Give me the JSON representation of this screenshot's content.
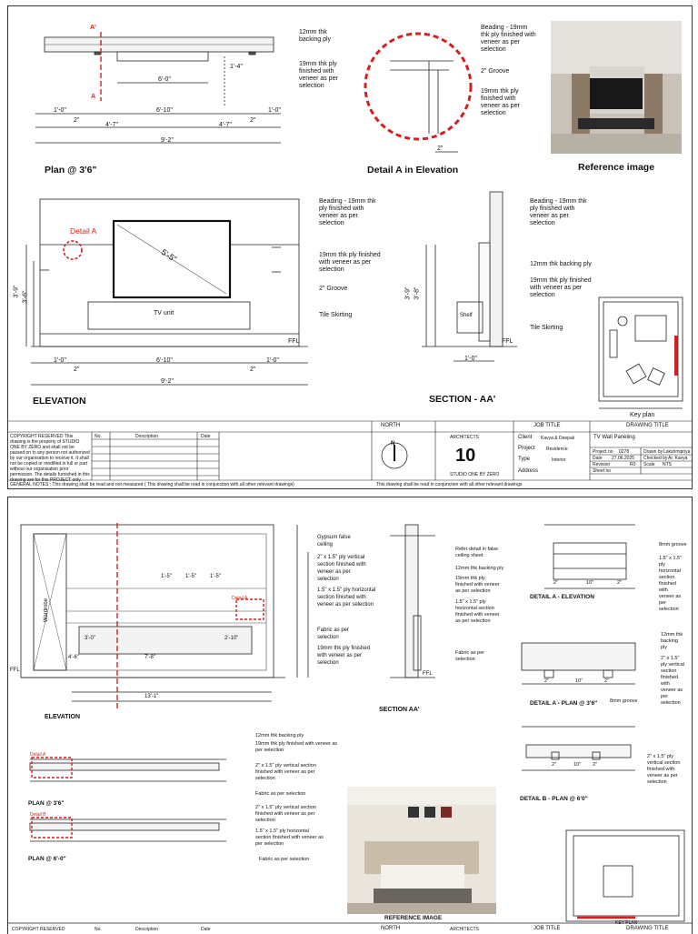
{
  "sheet1": {
    "plan": {
      "title": "Plan @ 3'6\"",
      "label_backing": "12mm thk\nbacking ply",
      "label_ply": "19mm thk ply\nfinished with\nveneer as per\nselection",
      "section_a_top": "A'",
      "section_a_bottom": "A",
      "dim_600": "6'-0\"",
      "dim_14": "1'-4\"",
      "dim_10_left": "1'-0\"",
      "dim_610": "6'-10\"",
      "dim_10_right": "1'-0\"",
      "dim_2a": "2\"",
      "dim_2b": "2\"",
      "dim_47_left": "4'-7\"",
      "dim_47_right": "4'-7\"",
      "dim_92": "9'-2\""
    },
    "detail_a": {
      "title": "Detail A in Elevation",
      "label_beading": "Beading - 19mm\nthk ply finished with\nveneer as per\nselection",
      "label_groove": "2\" Groove",
      "label_ply": "19mm thk ply\nfinished with\nveneer as per\nselection",
      "dim_2": "2\""
    },
    "reference": {
      "title": "Reference image"
    },
    "elevation": {
      "title": "ELEVATION",
      "detail_marker": "Detail A",
      "tv_diag": "5'-5\"",
      "tv_unit": "TV unit",
      "label_beading": "Beading - 19mm thk\nply finished with\nveneer as per\nselection",
      "label_ply": "19mm thk ply finished\nwith veneer as per\nselection",
      "label_groove": "2\" Groove",
      "label_skirting": "Tile Skirting",
      "ffl": "FFL",
      "dim_39": "3'-9\"",
      "dim_36": "3'-6\"",
      "dim_10_left": "1'-0\"",
      "dim_610": "6'-10\"",
      "dim_10_right": "1'-0\"",
      "dim_2a": "2\"",
      "dim_2b": "2\"",
      "dim_92": "9'-2\""
    },
    "section_aa": {
      "title": "SECTION - AA'",
      "label_beading": "Beading - 19mm thk\nply finished with\nveneer as per\nselection",
      "label_backing": "12mm thk backing ply",
      "label_ply": "19mm thk ply finished\nwith veneer as per\nselection",
      "label_skirting": "Tile Skirting",
      "shelf": "Shelf",
      "ffl": "FFL",
      "dim_39": "3'-9\"",
      "dim_38": "3'-8\"",
      "dim_10": "1'-0\""
    },
    "key_plan": {
      "title": "Key plan"
    },
    "title_block": {
      "copyright": "COPYRIGHT RESERVED\nThis drawing is the property of STUDIO ONE\nBY ZERO and shall not be passed on to\nany person not authorized by our\norganisation to receive it. It shall not be\ncopied or modified in full or part without our\norganisation prior permission. The details\nfurnished in this drawing are for this\nPROJECT only.",
      "col_no": "No.",
      "col_desc": "Description",
      "col_date": "Date",
      "north": "NORTH",
      "north_n": "N",
      "architects": "ARCHITECTS",
      "logo": "10",
      "logo_sub": "STUDIO ONE BY ZERO",
      "job_title": "JOB TITLE",
      "drawing_title": "DRAWING TITLE",
      "client_k": "Client",
      "client_v": "Kavya & Deepak",
      "project_k": "Project",
      "project_v": "Residence",
      "type_k": "Type",
      "type_v": "Interior",
      "address_k": "Address",
      "drawing_name": "TV Wall Paneling",
      "proj_no": "Project no",
      "proj_no_v": "0278",
      "drawn_by": "Drawn by",
      "drawn_by_v": "Lakshmipriya",
      "date_k": "Date",
      "date_v": "27.06.2025",
      "checked_k": "Checked by",
      "checked_v": "Ar. Kavya",
      "revision_k": "Revision",
      "revision_v": "R0",
      "scale_k": "Scale",
      "scale_v": "NTS",
      "sheet_k": "Sheet no",
      "notes_left": "GENERAL NOTES :   This drawing shall be read and not measured ( This drawing shall be read in conjunction with all other relevant drawings)",
      "notes_right": "This drawing shall be read in conjunction with all other relevant drawings"
    }
  },
  "sheet2": {
    "elevation": {
      "title": "ELEVATION",
      "wardrobe": "Wardrobe",
      "detail_a": "Detail A",
      "ffl": "FFL",
      "label_gypsum": "Gypsum false\nceiling",
      "label_vertical": "2\" x 1.5\" ply vertical\nsection finished with\nveneer as per\nselection",
      "label_horizontal": "1.5\" x 1.5\" ply horizontal\nsection finished with\nveneer as per selection",
      "label_fabric": "Fabric as per\nselection",
      "label_ply": "19mm thk ply finished\nwith veneer as per\nselection",
      "dim_30": "3'-0\"",
      "dim_78": "7'-8\"",
      "dim_210": "2'-10\"",
      "dim_46": "4'-6\"",
      "dim_311": "13'-1\"",
      "dim_b1": "1'-5\"",
      "dim_b2": "1'-5\"",
      "dim_b3": "1'-5\""
    },
    "section_aa": {
      "title": "SECTION AA'",
      "label_refer": "Refer detail in false\nceiling sheet",
      "label_backing": "12mm thk backing ply",
      "label_ply": "19mm thk ply\nfinished with veneer\nas per selection",
      "label_horizontal": "1.5\" x 1.5\" ply\nhorizontal section\nfinished with veneer\nas per selection",
      "label_fabric": "Fabric as per\nselection",
      "ffl": "FFL"
    },
    "detail_a_elev": {
      "title": "DETAIL A - ELEVATION",
      "label_groove": "8mm groove",
      "label_horizontal": "1.5\" x 1.5\"\nply\nhorizontal\nsection\nfinished\nwith\nveneer as\nper\nselection",
      "dim_2": "2\"",
      "dim_10": "10\"",
      "dim_2b": "2\""
    },
    "detail_a_plan": {
      "title": "DETAIL A - PLAN @ 3'6\"",
      "label_backing": "12mm thk\nbacking\nply",
      "label_vertical": "2\" x 1.5\"\nply vertical\nsection\nfinished\nwith\nveneer as\nper\nselection",
      "label_groove": "8mm groove",
      "dim_2": "2\"",
      "dim_10": "10\"",
      "dim_2b": "2\""
    },
    "detail_b": {
      "title": "DETAIL B - PLAN @ 6'0\"",
      "label_vertical": "2\" x 1.5\" ply\nvertical section\nfinished with\nveneer as per\nselection",
      "dim_2": "2\"",
      "dim_10": "10\"",
      "dim_2b": "2\""
    },
    "plan_36": {
      "title": "PLAN @ 3'6\"",
      "detail": "Detail A",
      "label_backing": "12mm thk backing ply",
      "label_ply": "19mm thk ply finished with veneer as\nper selection",
      "label_vertical": "2\" x 1.5\" ply vertical section\nfinished with veneer as per\nselection",
      "label_fabric": "Fabric as per selection"
    },
    "plan_60": {
      "title": "PLAN @ 6'-0\"",
      "detail": "Detail B",
      "label_vertical": "2\" x 1.5\" ply vertical section\nfinished with veneer as per\nselection",
      "label_horizontal": "1.5\" x 1.5\" ply horizontal\nsection finished with veneer as\nper selection",
      "label_fabric": "Fabric as per selection"
    },
    "reference": {
      "title": "REFERENCE IMAGE"
    },
    "key_plan": {
      "title": "KEY PLAN"
    },
    "title_block": {
      "copyright": "COPYRIGHT RESERVED",
      "col_no": "No.",
      "col_desc": "Description",
      "col_date": "Date",
      "north": "NORTH",
      "architects": "ARCHITECTS",
      "job_title": "JOB TITLE",
      "drawing_title": "DRAWING TITLE"
    }
  },
  "colors": {
    "red": "#d21f1f",
    "line": "#222222",
    "tv": "#1a1a1a"
  }
}
